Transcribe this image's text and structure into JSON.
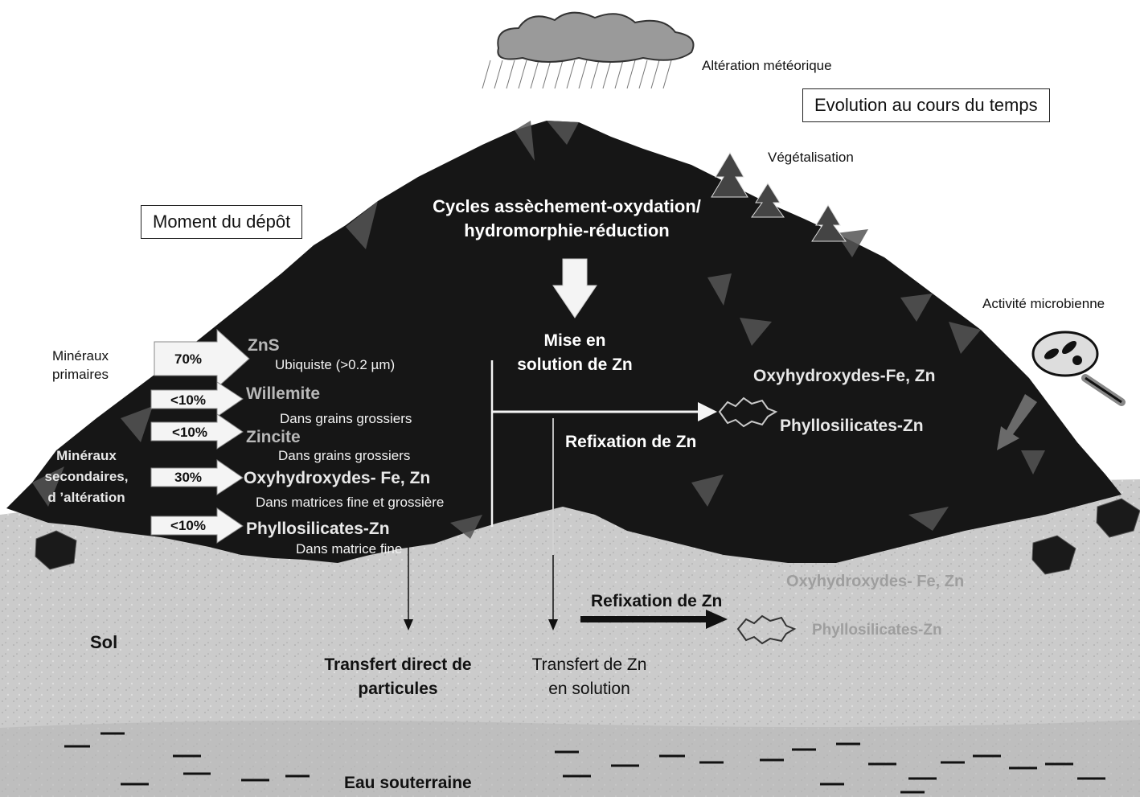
{
  "labels": {
    "alteration": "Altération météorique",
    "evolution": "Evolution au cours du temps",
    "vegetalisation": "Végétalisation",
    "moment_depot": "Moment du dépôt",
    "cycles_line1": "Cycles assèchement-oxydation/",
    "cycles_line2": "hydromorphie-réduction",
    "mise_line1": "Mise en",
    "mise_line2": "solution de Zn",
    "activite": "Activité microbienne",
    "oxy_top": "Oxyhydroxydes-Fe, Zn",
    "phyllo_top": "Phyllosilicates-Zn",
    "refix_top": "Refixation de Zn",
    "mineraux_primaires_1": "Minéraux",
    "mineraux_primaires_2": "primaires",
    "mineraux_secondaires_1": "Minéraux",
    "mineraux_secondaires_2": "secondaires,",
    "mineraux_secondaires_3": "d ’altération",
    "sol": "Sol",
    "transfert_direct_1": "Transfert direct de",
    "transfert_direct_2": "particules",
    "transfert_zn_1": "Transfert de Zn",
    "transfert_zn_2": "en solution",
    "refix_soil": "Refixation de Zn",
    "oxy_soil": "Oxyhydroxydes- Fe, Zn",
    "phyllo_soil": "Phyllosilicates-Zn",
    "eau": "Eau souterraine"
  },
  "minerals": [
    {
      "pct": "70%",
      "name": "ZnS",
      "desc": "Ubiquiste (>0.2 µm)"
    },
    {
      "pct": "<10%",
      "name": "Willemite",
      "desc": "Dans grains grossiers"
    },
    {
      "pct": "<10%",
      "name": "Zincite",
      "desc": "Dans grains grossiers"
    },
    {
      "pct": "30%",
      "name": "Oxyhydroxydes- Fe, Zn",
      "desc": "Dans matrices fine et grossière"
    },
    {
      "pct": "<10%",
      "name": "Phyllosilicates-Zn",
      "desc": "Dans matrice fine"
    }
  ],
  "colors": {
    "heap": "#161616",
    "soil": "#c9c9c9",
    "arrow_fill": "#f4f4f4"
  }
}
